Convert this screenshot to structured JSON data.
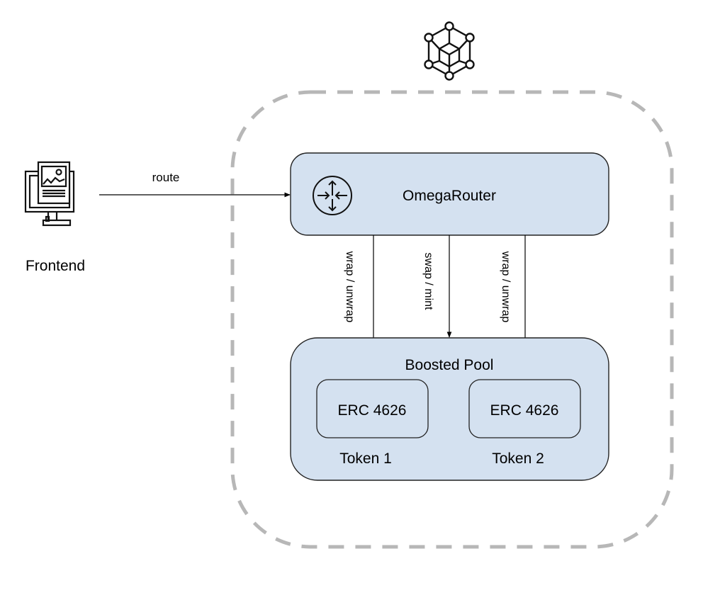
{
  "colors": {
    "box_fill": "#d4e1f0",
    "box_stroke": "#222222",
    "dashed_border": "#b7b7b7",
    "line": "#000000",
    "text": "#000000"
  },
  "icons": {
    "top": "network-cube-icon",
    "frontend": "monitor-document-icon",
    "router": "router-icon"
  },
  "frontend": {
    "label": "Frontend"
  },
  "edges": {
    "route": "route",
    "left_wrap": "wrap / unwrap",
    "center_swap": "swap / mint",
    "right_wrap": "wrap / unwrap"
  },
  "router": {
    "label": "OmegaRouter"
  },
  "pool": {
    "label": "Boosted Pool",
    "tokens": [
      {
        "box_label": "ERC 4626",
        "name": "Token 1"
      },
      {
        "box_label": "ERC 4626",
        "name": "Token 2"
      }
    ]
  }
}
